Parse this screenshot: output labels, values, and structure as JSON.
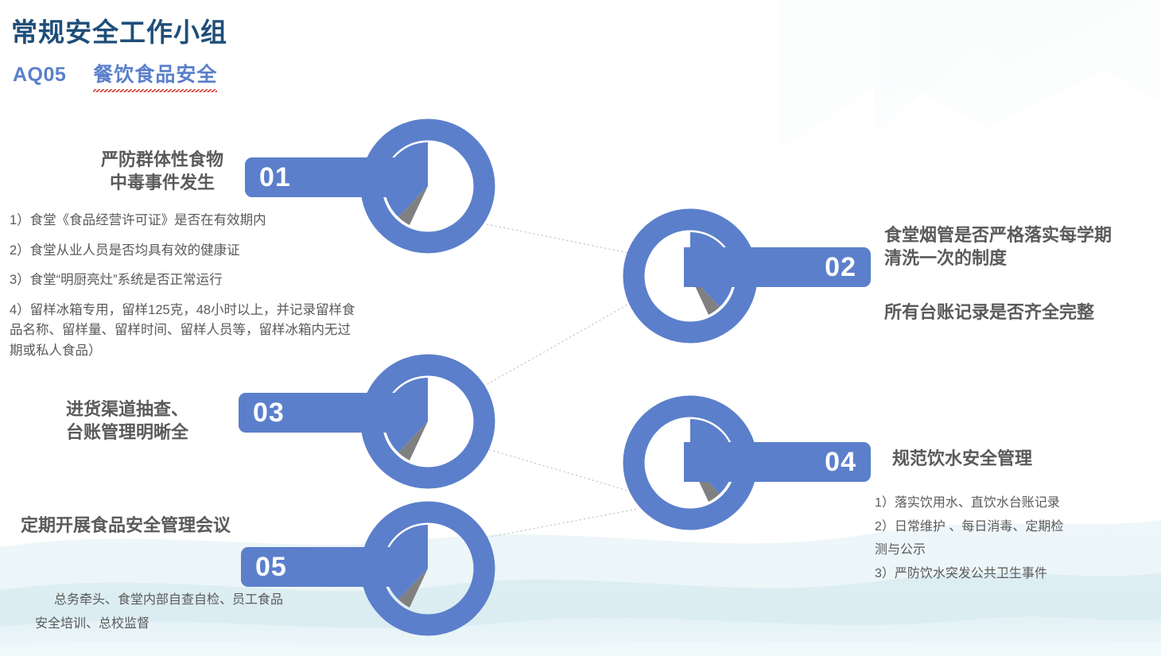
{
  "header": {
    "title": "常规安全工作小组",
    "code": "AQ05",
    "subject": "餐饮食品安全"
  },
  "theme": {
    "accent_blue": "#5B7FCB",
    "title_navy": "#1F4E79",
    "text_gray": "#5A5A5A",
    "wedge_gray": "#808080",
    "connector_gray": "#BFBFBF",
    "wave_teal": "#DCEEF2",
    "background": "#FFFFFF"
  },
  "nodes": [
    {
      "number": "01",
      "tab_side": "left",
      "heading": "严防群体性食物\n中毒事件发生",
      "items": [
        "1）食堂《食品经营许可证》是否在有效期内",
        "2）食堂从业人员是否均具有效的健康证",
        "3）食堂“明厨亮灶”系统是否正常运行",
        "4）留样冰箱专用，留样125克，48小时以上，并记录留样食品名称、留样量、留样时间、留样人员等，留样冰箱内无过期或私人食品）"
      ]
    },
    {
      "number": "02",
      "tab_side": "right",
      "heading": "食堂烟管是否严格落实每学期\n清洗一次的制度",
      "heading2": "所有台账记录是否齐全完整",
      "items": []
    },
    {
      "number": "03",
      "tab_side": "left",
      "heading": "进货渠道抽查、\n台账管理明晰全",
      "items": []
    },
    {
      "number": "04",
      "tab_side": "right",
      "heading": "规范饮水安全管理",
      "items": [
        "1）落实饮用水、直饮水台账记录",
        "2）日常维护 、每日消毒、定期检",
        "测与公示",
        "3）严防饮水突发公共卫生事件"
      ]
    },
    {
      "number": "05",
      "tab_side": "left",
      "heading": "定期开展食品安全管理会议",
      "items": [
        "总务牵头、食堂内部自查自检、员工食品",
        "安全培训、总校监督"
      ]
    }
  ]
}
